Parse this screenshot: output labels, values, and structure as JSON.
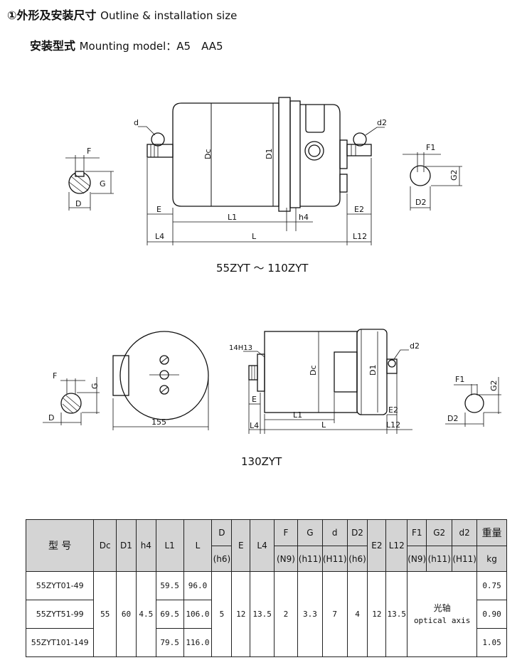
{
  "header": {
    "title_cn": "①外形及安装尺寸",
    "title_en": "Outline & installation size",
    "mounting_cn": "安装型式",
    "mounting_en": "Mounting model：A5　AA5"
  },
  "drawing1": {
    "caption": "55ZYT ～ 110ZYT",
    "labels": {
      "d": "d",
      "d2": "d2",
      "F": "F",
      "G": "G",
      "D": "D",
      "Dc": "Dc",
      "D1": "D1",
      "E": "E",
      "L1": "L1",
      "h4": "h4",
      "E2": "E2",
      "L4": "L4",
      "L": "L",
      "L12": "L12",
      "F1": "F1",
      "G2": "G2",
      "D2": "D2"
    }
  },
  "drawing2": {
    "caption": "130ZYT",
    "labels": {
      "F": "F",
      "G": "G",
      "D": "D",
      "dim155": "155",
      "h13": "14H13",
      "Dc": "Dc",
      "D1": "D1",
      "d2": "d2",
      "E": "E",
      "L1": "L1",
      "E2": "E2",
      "L4": "L4",
      "L": "L",
      "L12": "L12",
      "F1": "F1",
      "G2": "G2",
      "D2": "D2"
    }
  },
  "table": {
    "model_header": "型 号",
    "headers": [
      "Dc",
      "D1",
      "h4",
      "L1",
      "L",
      "D",
      "E",
      "L4",
      "F",
      "G",
      "d",
      "D2",
      "E2",
      "L12",
      "F1",
      "G2",
      "d2",
      "重量"
    ],
    "subheaders": {
      "D": "(h6)",
      "F": "(N9)",
      "G": "(h11)",
      "d": "(H11)",
      "D2": "(h6)",
      "F1": "(N9)",
      "G2": "(h11)",
      "d2": "(H11)",
      "weight": "kg"
    },
    "shared": {
      "Dc": "55",
      "D1": "60",
      "h4": "4.5",
      "D": "5",
      "E": "12",
      "L4": "13.5",
      "F": "2",
      "G": "3.3",
      "d": "7",
      "D2": "4",
      "E2": "12",
      "L12": "13.5",
      "optical_cn": "光轴",
      "optical_en": "optical axis"
    },
    "rows": [
      {
        "model": "55ZYT01-49",
        "L1": "59.5",
        "L": "96.0",
        "weight": "0.75"
      },
      {
        "model": "55ZYT51-99",
        "L1": "69.5",
        "L": "106.0",
        "weight": "0.90"
      },
      {
        "model": "55ZYT101-149",
        "L1": "79.5",
        "L": "116.0",
        "weight": "1.05"
      }
    ]
  }
}
